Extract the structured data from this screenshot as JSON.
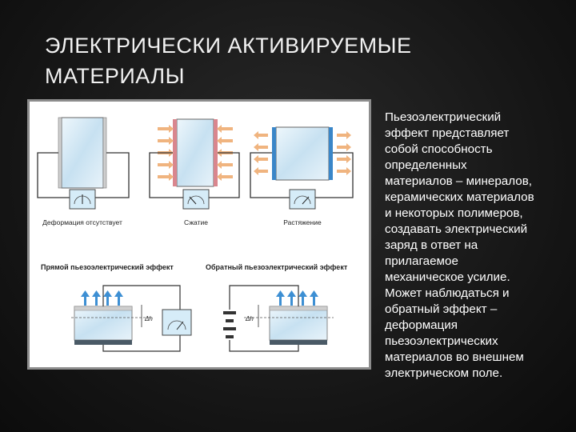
{
  "slide": {
    "title_lines": [
      "ЭЛЕКТРИЧЕСКИ АКТИВИРУЕМЫЕ",
      "МАТЕРИАЛЫ"
    ],
    "body_lines": [
      "Пьезоэлектрический",
      "эффект представляет",
      "собой способность",
      "определенных",
      "материалов – минералов,",
      "керамических материалов",
      "и некоторых полимеров,",
      "создавать электрический",
      "заряд в ответ на",
      "прилагаемое",
      "механическое усилие.",
      "Может наблюдаться и",
      "обратный эффект –",
      "деформация",
      "пьезоэлектрических",
      "материалов во внешнем",
      "электрическом поле."
    ]
  },
  "figure": {
    "panel_labels": [
      "Деформация отсутствует",
      "Сжатие",
      "Растяжение"
    ],
    "direct_effect_label": "Прямой пьезоэлектрический эффект",
    "inverse_effect_label": "Обратный пьезоэлектрический эффект",
    "delta_label": "Δh",
    "colors": {
      "crystal": "#cfe6f4",
      "compression_plate": "#d9868e",
      "stretch_plate": "#3a86c8",
      "arrow_orange": "#f0b47f",
      "arrow_blue": "#3d8fd3",
      "meter_fill": "#d6ecf8"
    }
  }
}
